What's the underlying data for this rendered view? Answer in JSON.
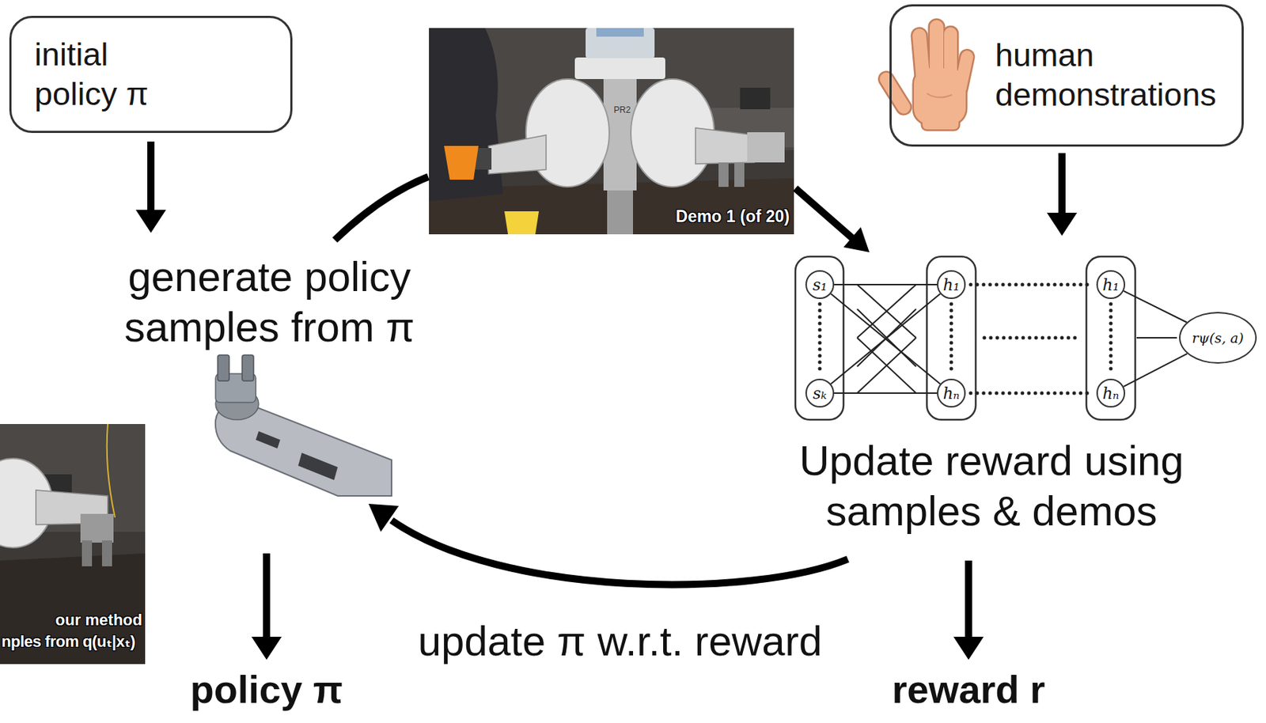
{
  "diagram": {
    "nodes": [
      {
        "text": [
          "initial policy π"
        ]
      },
      {
        "text": [
          "human demonstrations"
        ]
      },
      {
        "text": [
          "s₁"
        ]
      },
      {
        "text": [
          "sₖ"
        ]
      },
      {
        "text": [
          "h₁"
        ]
      },
      {
        "text": [
          "hₙ"
        ]
      },
      {
        "text": [
          "h₁"
        ]
      },
      {
        "text": [
          "hₙ"
        ]
      },
      {
        "text": [
          "rψ(s, a)"
        ]
      }
    ],
    "edges": [
      {
        "from": 2,
        "to": 3,
        "arrow": "none"
      },
      {
        "from": 2,
        "to": 4,
        "arrow": "none"
      },
      {
        "from": 2,
        "to": 5,
        "arrow": "none"
      },
      {
        "from": 3,
        "to": 4,
        "arrow": "none"
      },
      {
        "from": 3,
        "to": 5,
        "arrow": "none"
      },
      {
        "from": 4,
        "to": 5,
        "arrow": "none"
      },
      {
        "from": 4,
        "to": 6,
        "arrow": "none"
      },
      {
        "from": 5,
        "to": 7,
        "arrow": "none"
      },
      {
        "from": 6,
        "to": 7,
        "arrow": "none"
      },
      {
        "from": 6,
        "to": 8,
        "arrow": "none"
      },
      {
        "from": 7,
        "to": 8,
        "arrow": "none"
      }
    ],
    "labels": [
      "generate policy samples from π",
      "Demo 1 (of 20)",
      "PR2",
      "Update reward using samples & demos",
      "our method",
      "nples from q(uₜ|xₜ)",
      "update π w.r.t. reward",
      "policy π",
      "reward r"
    ]
  }
}
